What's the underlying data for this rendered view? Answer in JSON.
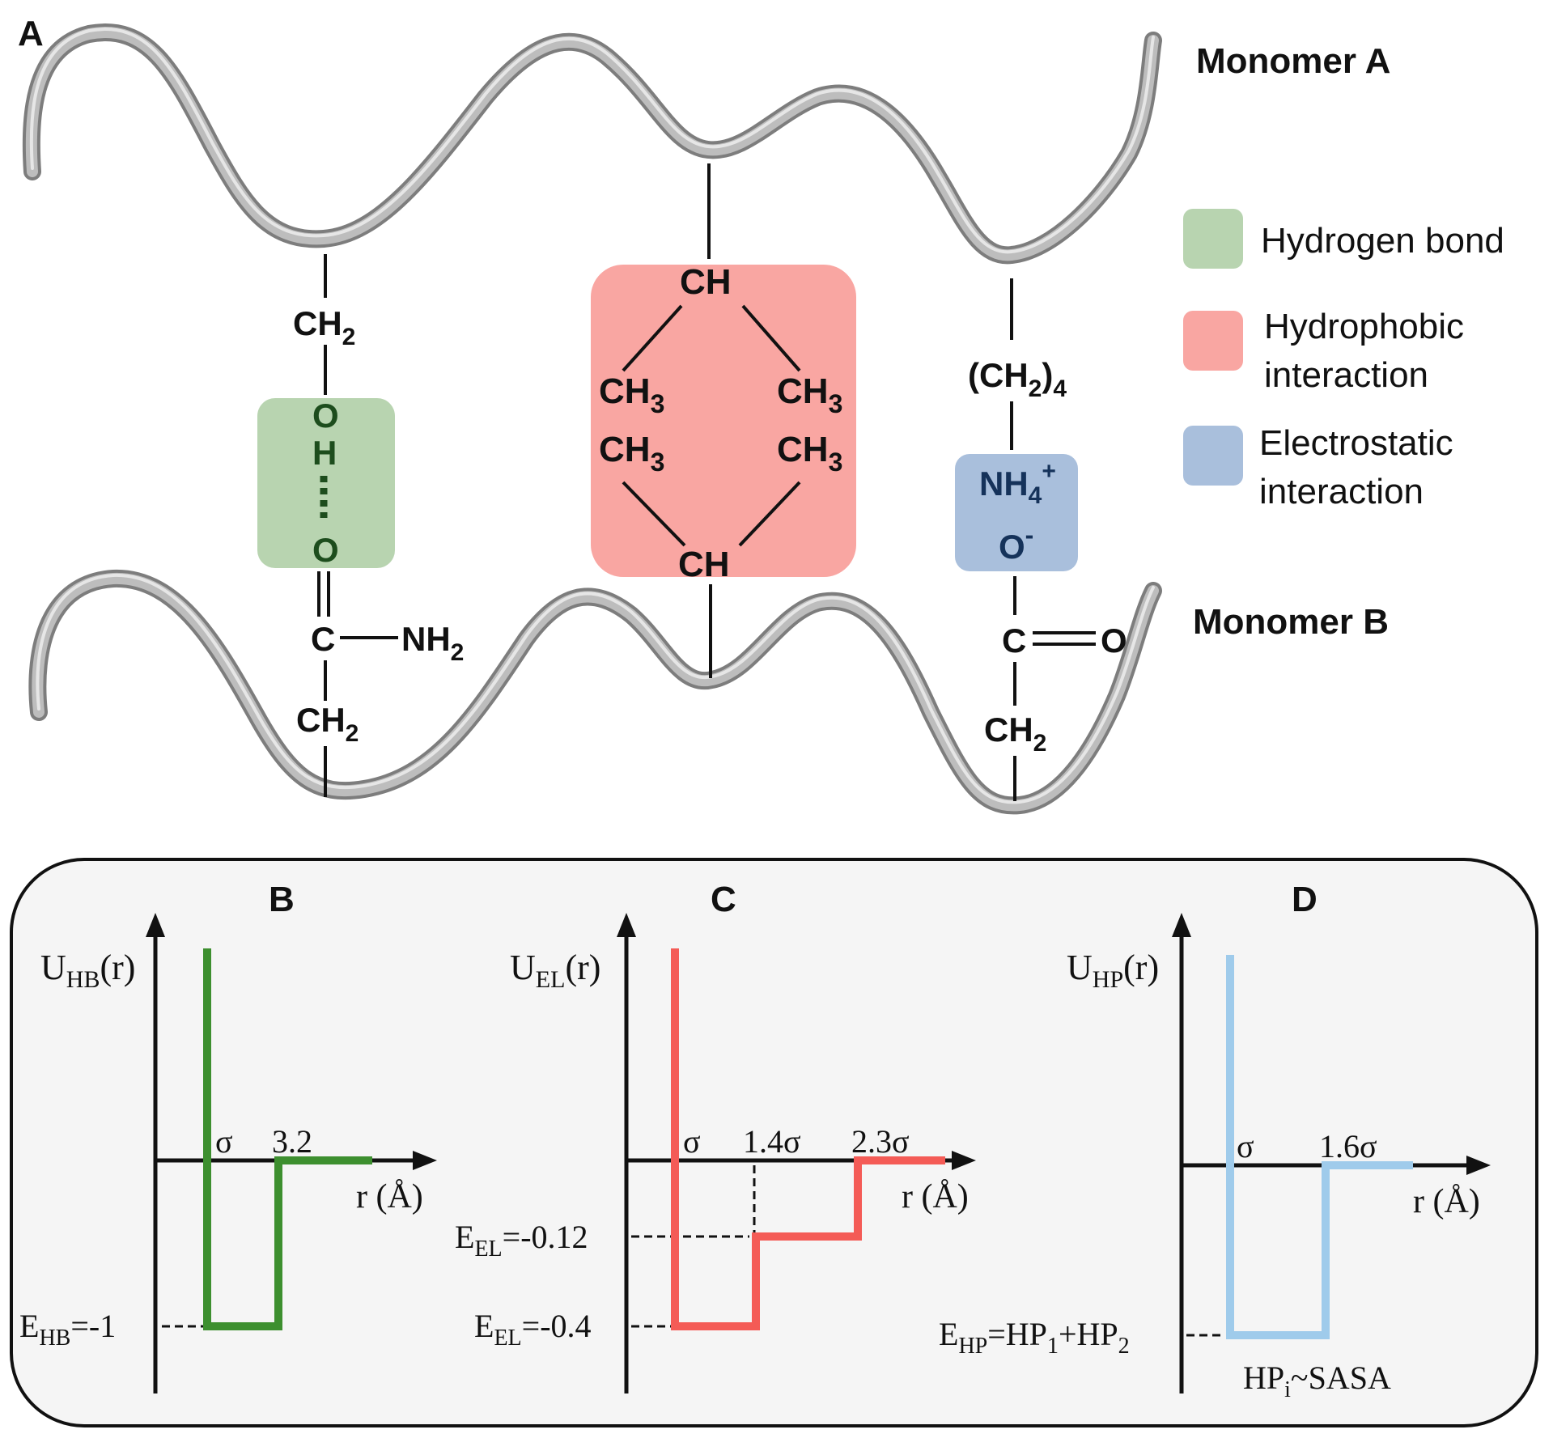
{
  "panel_a": {
    "letter": "A",
    "monomer_a": "Monomer A",
    "monomer_b": "Monomer B",
    "legend": {
      "hydrogen_bond": "Hydrogen bond",
      "hydrophobic_line1": "Hydrophobic",
      "hydrophobic_line2": "interaction",
      "electrostatic_line1": "Electrostatic",
      "electrostatic_line2": "interaction"
    },
    "colors": {
      "hydrogen_bond": "#b8d4b0",
      "hydrophobic": "#f9a6a2",
      "electrostatic": "#a9bfdc",
      "backbone": "#a8a8a8"
    },
    "hbond_chain": {
      "ch2_top": "CH",
      "o_top": "O",
      "h": "H",
      "o_bottom": "O",
      "c": "C",
      "nh2": "NH",
      "ch2_bottom": "CH",
      "sub2": "2"
    },
    "hydrophobic_chain": {
      "ch_top": "CH",
      "ch3": "CH",
      "ch_bottom": "CH",
      "sub3": "3"
    },
    "electrostatic_chain": {
      "ch2_4_open": "(CH",
      "ch2_4_close": ")",
      "sub2": "2",
      "sub4": "4",
      "nh4": "NH",
      "plus": "+",
      "o": "O",
      "minus": "-",
      "c": "C",
      "o_double": "O",
      "ch2_bottom": "CH"
    }
  },
  "panel_b": {
    "letter": "B",
    "ylabel_main": "U",
    "ylabel_sub": "HB",
    "ylabel_tail": "(r)",
    "xlabel": "r (Å)",
    "tick_sigma": "σ",
    "tick_cut": "3.2",
    "energy_main": "E",
    "energy_sub": "HB",
    "energy_value": "=-1",
    "color": "#3d8f2f"
  },
  "panel_c": {
    "letter": "C",
    "ylabel_main": "U",
    "ylabel_sub": "EL",
    "ylabel_tail": "(r)",
    "xlabel": "r (Å)",
    "tick_sigma": "σ",
    "tick_mid": "1.4σ",
    "tick_cut": "2.3σ",
    "energy1_main": "E",
    "energy1_sub": "EL",
    "energy1_value": "=-0.12",
    "energy2_main": "E",
    "energy2_sub": "EL",
    "energy2_value": "=-0.4",
    "color": "#f45b56"
  },
  "panel_d": {
    "letter": "D",
    "ylabel_main": "U",
    "ylabel_sub": "HP",
    "ylabel_tail": "(r)",
    "xlabel": "r (Å)",
    "tick_sigma": "σ",
    "tick_cut": "1.6σ",
    "energy_main": "E",
    "energy_sub": "HP",
    "energy_eq": "=HP",
    "energy_sub1": "1",
    "energy_plus": "+HP",
    "energy_sub2": "2",
    "note_main": "HP",
    "note_sub": "i",
    "note_tail": "~SASA",
    "color": "#9fcbeb"
  }
}
